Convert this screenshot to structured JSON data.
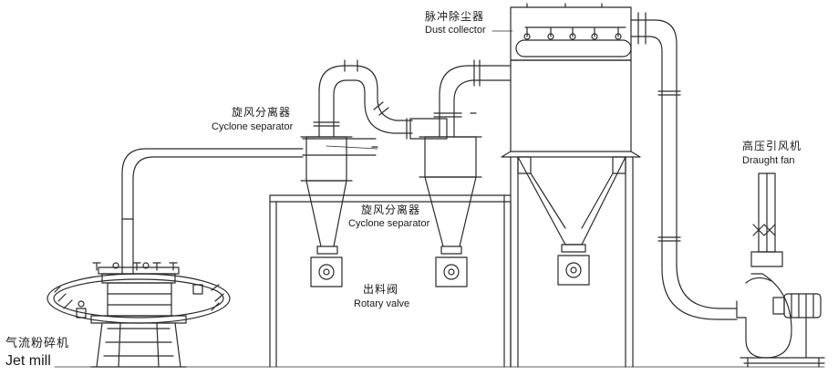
{
  "colors": {
    "line": "#2b2b2b",
    "background": "#ffffff"
  },
  "labels": {
    "dust_collector": {
      "zh": "脉冲除尘器",
      "en": "Dust collector"
    },
    "cyclone_1": {
      "zh": "旋风分离器",
      "en": "Cyclone separator"
    },
    "cyclone_2": {
      "zh": "旋风分离器",
      "en": "Cyclone separator"
    },
    "draught_fan": {
      "zh": "高压引风机",
      "en": "Draught fan"
    },
    "rotary_valve": {
      "zh": "出料阀",
      "en": "Rotary valve"
    },
    "jet_mill": {
      "zh": "气流粉碎机",
      "en": "Jet mill"
    }
  }
}
